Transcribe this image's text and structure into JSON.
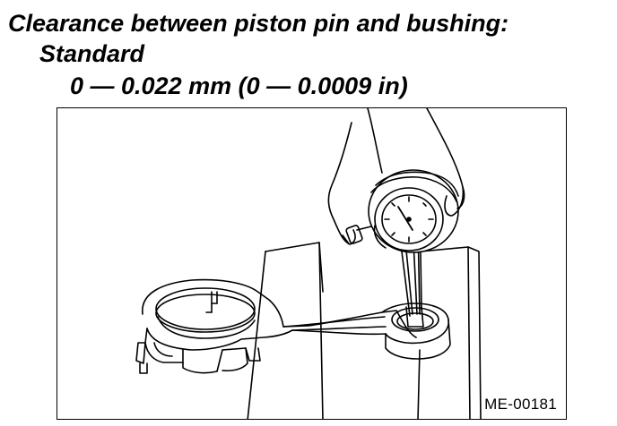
{
  "spec": {
    "heading": "Clearance between piston pin and bushing:",
    "subheading": "Standard",
    "value": "0 — 0.022 mm (0 — 0.0009 in)"
  },
  "figure": {
    "code": "ME-00181"
  }
}
